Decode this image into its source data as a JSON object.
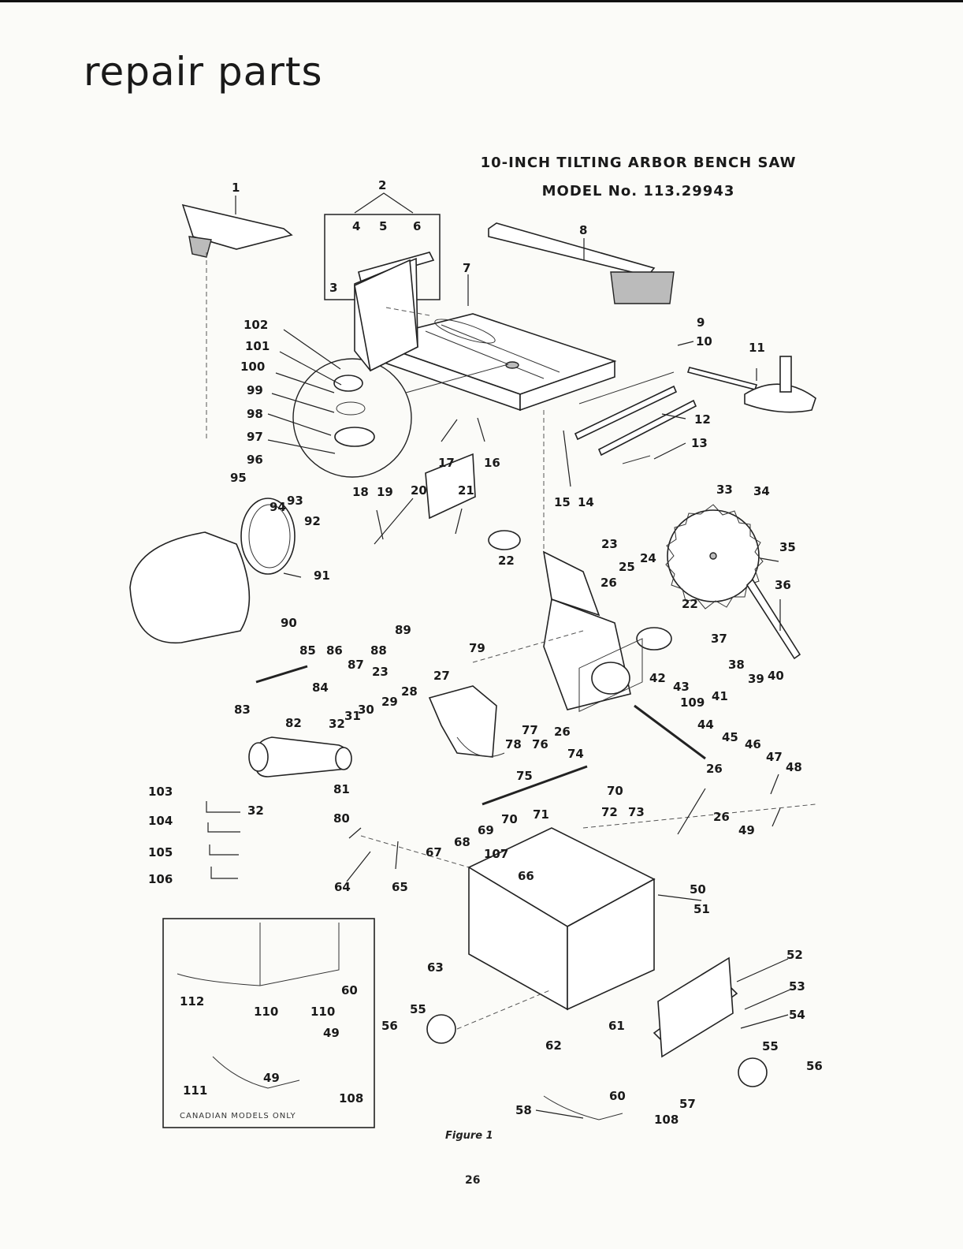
{
  "heading": "repair parts",
  "diagram": {
    "title_line1": "10-INCH TILTING ARBOR BENCH SAW",
    "title_line2": "MODEL No. 113.29943",
    "figure_caption": "Figure 1",
    "inset_label": "CANADIAN MODELS ONLY"
  },
  "page_number": "26",
  "part_numbers": [
    "1",
    "2",
    "3",
    "4",
    "5",
    "6",
    "7",
    "8",
    "9",
    "10",
    "11",
    "12",
    "13",
    "14",
    "15",
    "16",
    "17",
    "18",
    "19",
    "20",
    "21",
    "22",
    "22",
    "23",
    "23",
    "24",
    "25",
    "26",
    "26",
    "26",
    "26",
    "27",
    "28",
    "29",
    "30",
    "31",
    "32",
    "32",
    "33",
    "34",
    "35",
    "36",
    "37",
    "38",
    "39",
    "40",
    "41",
    "42",
    "43",
    "44",
    "45",
    "46",
    "47",
    "48",
    "49",
    "49",
    "49",
    "50",
    "51",
    "52",
    "53",
    "54",
    "55",
    "55",
    "56",
    "56",
    "57",
    "58",
    "60",
    "60",
    "61",
    "62",
    "63",
    "64",
    "65",
    "66",
    "67",
    "68",
    "69",
    "70",
    "70",
    "71",
    "72",
    "73",
    "74",
    "75",
    "76",
    "77",
    "78",
    "79",
    "80",
    "81",
    "82",
    "83",
    "84",
    "85",
    "86",
    "87",
    "88",
    "89",
    "90",
    "91",
    "92",
    "93",
    "94",
    "95",
    "96",
    "97",
    "98",
    "99",
    "100",
    "101",
    "102",
    "103",
    "104",
    "105",
    "106",
    "107",
    "108",
    "108",
    "109",
    "110",
    "110",
    "111",
    "112"
  ]
}
